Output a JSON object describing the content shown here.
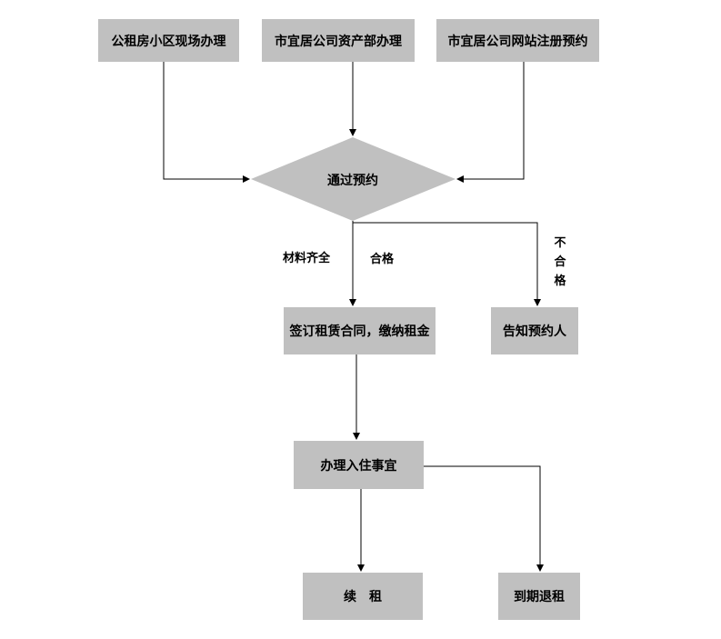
{
  "colors": {
    "box_fill": "#c0c0c0",
    "line": "#000000",
    "background": "#ffffff"
  },
  "nodes": {
    "onsite": "公租房小区现场办理",
    "asset_dept": "市宜居公司资产部办理",
    "website": "市宜居公司网站注册预约",
    "decision": "通过预约",
    "sign_contract": "签订租赁合同，缴纳租金",
    "notify": "告知预约人",
    "move_in": "办理入住事宜",
    "renew": "续　租",
    "expire": "到期退租"
  },
  "labels": {
    "materials_complete": "材料齐全",
    "qualified": "合格",
    "unqualified": [
      "不",
      "合",
      "格"
    ]
  }
}
